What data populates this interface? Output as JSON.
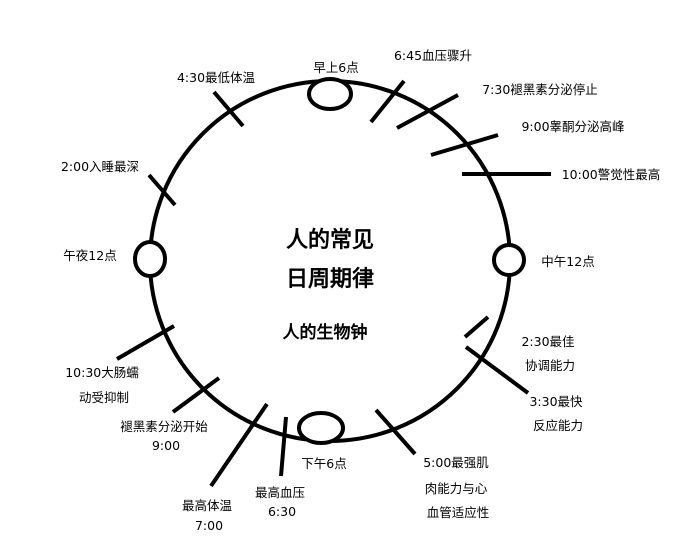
{
  "center": {
    "title_line1": "人的常见",
    "title_line2": "日周期律",
    "subtitle": "人的生物钟"
  },
  "markers": {
    "top": "早上6点",
    "right": "中午12点",
    "bottom": "下午6点",
    "left": "午夜12点"
  },
  "events": {
    "e0430": "4:30最低体温",
    "e0645": "6:45血压骤升",
    "e0730": "7:30褪黑素分泌停止",
    "e0900": "9:00睾酮分泌高峰",
    "e1000": "10:00警觉性最高",
    "e0200": "2:00入睡最深",
    "e1430": [
      "2:30最佳",
      "协调能力"
    ],
    "e1530": [
      "3:30最快",
      "反应能力"
    ],
    "e1700": [
      "5:00最强肌",
      "肉能力与心",
      "血管适应性"
    ],
    "e1830": [
      "最高血压",
      "6:30"
    ],
    "e1900": [
      "最高体温",
      "7:00"
    ],
    "e2100": [
      "褪黑素分泌开始",
      "9:00"
    ],
    "e2230": [
      "10:30大肠蠕",
      "动受抑制"
    ]
  }
}
